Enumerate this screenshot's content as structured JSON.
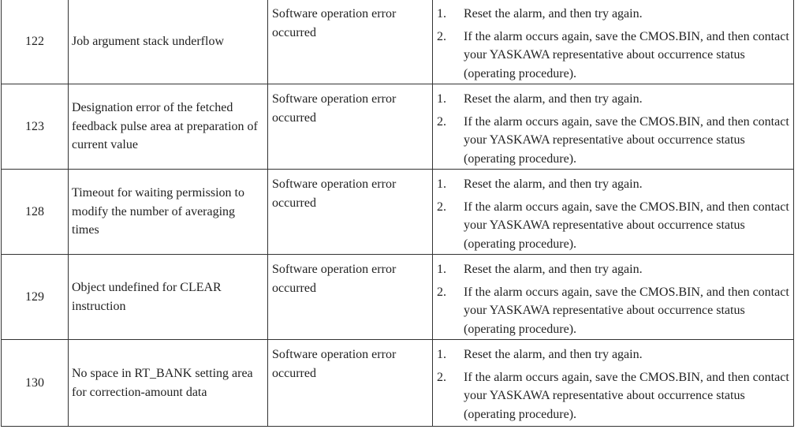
{
  "rows": [
    {
      "code": "122",
      "description": "Job argument stack underflow",
      "cause": "Software operation error occurred",
      "steps": [
        {
          "num": "1.",
          "text": "Reset the alarm, and then try again."
        },
        {
          "num": "2.",
          "text": "If the alarm occurs again, save the CMOS.BIN, and then contact your YASKAWA representative about occurrence status (operating procedure)."
        }
      ]
    },
    {
      "code": "123",
      "description": "Designation error of the fetched feedback pulse area at preparation of current value",
      "cause": "Software operation error occurred",
      "steps": [
        {
          "num": "1.",
          "text": "Reset the alarm, and then try again."
        },
        {
          "num": "2.",
          "text": "If the alarm occurs again, save the CMOS.BIN, and then contact your YASKAWA representative about occurrence status (operating procedure)."
        }
      ]
    },
    {
      "code": "128",
      "description": "Timeout for waiting permission to modify the number of averaging times",
      "cause": "Software operation error occurred",
      "steps": [
        {
          "num": "1.",
          "text": "Reset the alarm, and then try again."
        },
        {
          "num": "2.",
          "text": "If the alarm occurs again, save the CMOS.BIN, and then contact your YASKAWA representative about occurrence status (operating procedure)."
        }
      ]
    },
    {
      "code": "129",
      "description": "Object undefined for CLEAR instruction",
      "cause": "Software operation error occurred",
      "steps": [
        {
          "num": "1.",
          "text": "Reset the alarm, and then try again."
        },
        {
          "num": "2.",
          "text": "If the alarm occurs again, save the CMOS.BIN, and then contact your YASKAWA representative about occurrence status (operating procedure)."
        }
      ]
    },
    {
      "code": "130",
      "description": "No space in RT_BANK setting area for correction-amount data",
      "cause": "Software operation error occurred",
      "steps": [
        {
          "num": "1.",
          "text": "Reset the alarm, and then try again."
        },
        {
          "num": "2.",
          "text": "If the alarm occurs again, save the CMOS.BIN, and then contact your YASKAWA representative about occurrence status (operating procedure)."
        }
      ]
    }
  ]
}
